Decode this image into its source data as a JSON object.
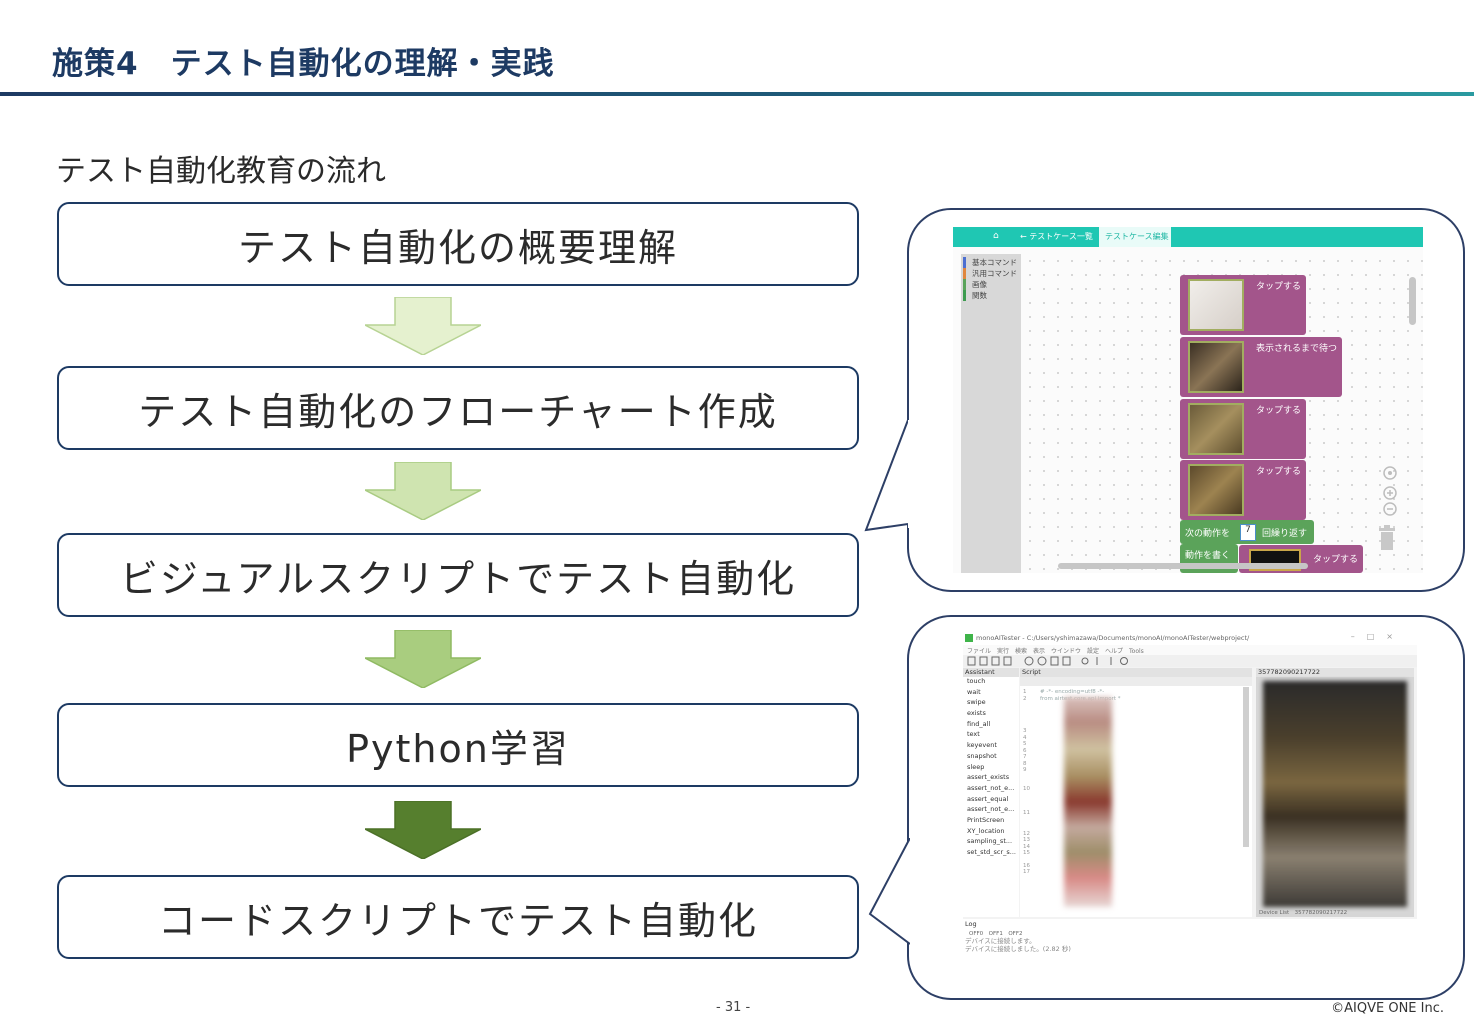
{
  "header": {
    "title": "施策4　テスト自動化の理解・実践"
  },
  "section": {
    "subtitle": "テスト自動化教育の流れ"
  },
  "flow": {
    "steps": [
      "テスト自動化の概要理解",
      "テスト自動化のフローチャート作成",
      "ビジュアルスクリプトでテスト自動化",
      "Python学習",
      "コードスクリプトでテスト自動化"
    ],
    "arrow_colors": [
      "#e3f0cc",
      "#cfe4b0",
      "#a9cd7f",
      "#567f2e"
    ]
  },
  "visual_editor": {
    "nav": {
      "home": "⌂",
      "back": "← テストケース一覧",
      "tab": "テストケース編集"
    },
    "categories": [
      {
        "label": "基本コマンド",
        "color": "#4d6fd1"
      },
      {
        "label": "汎用コマンド",
        "color": "#e0863d"
      },
      {
        "label": "画像",
        "color": "#5aa35a"
      },
      {
        "label": "関数",
        "color": "#3c9b4f"
      }
    ],
    "blocks": [
      "タップする",
      "表示されるまで待つ",
      "タップする",
      "タップする"
    ],
    "loop": {
      "prefix": "次の動作を",
      "count": "7",
      "suffix": "回繰り返す"
    },
    "inner": {
      "label": "動作を書く",
      "action": "タップする"
    }
  },
  "ide": {
    "title": "monoAITester - C:/Users/yshimazawa/Documents/monoAI/monoAITester/webproject/",
    "menu": "ファイル　実行　検索　表示　ウインドウ　設定　ヘルプ　Tools",
    "panels": {
      "assistant": "Assistant",
      "script": "Script",
      "device": "357782090217722"
    },
    "assistant_items": [
      "touch",
      "wait",
      "swipe",
      "exists",
      "find_all",
      "text",
      "keyevent",
      "snapshot",
      "sleep",
      "assert_exists",
      "assert_not_e...",
      "assert_equal",
      "assert_not_e...",
      "PrintScreen",
      "XY_location",
      "sampling_st...",
      "set_std_scr_s..."
    ],
    "line_numbers": [
      "1",
      "2",
      "3",
      "4",
      "5",
      "6",
      "7",
      "8",
      "9",
      "10",
      "11",
      "12",
      "13",
      "14",
      "15",
      "16",
      "17"
    ],
    "code": [
      "# -*- encoding=utf8 -*-",
      "from airtest.core.api import *"
    ],
    "device_list": "Device List　357782090217722",
    "log": {
      "title": "Log",
      "tabs": [
        "OFF0",
        "OFF1",
        "OFF2"
      ],
      "lines": [
        "デバイスに接続します。",
        "デバイスに接続しました。(2.82 秒)"
      ]
    }
  },
  "footer": {
    "page": "- 31 -",
    "copyright": "©AIQVE ONE Inc."
  }
}
